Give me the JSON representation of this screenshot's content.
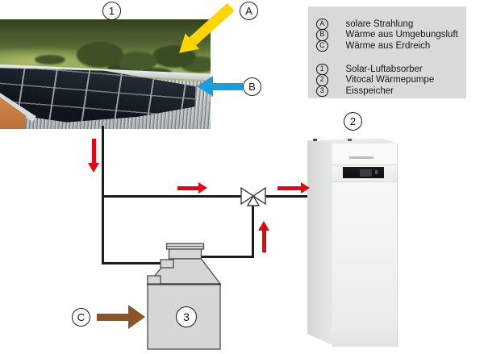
{
  "legend": {
    "heat_sources": [
      {
        "symbol": "A",
        "label": "solare Strahlung"
      },
      {
        "symbol": "B",
        "label": "Wärme aus Umgebungsluft"
      },
      {
        "symbol": "C",
        "label": "Wärme aus Erdreich"
      }
    ],
    "components": [
      {
        "symbol": "1",
        "label": "Solar-Luftabsorber"
      },
      {
        "symbol": "2",
        "label": "Vitocal Wärmepumpe"
      },
      {
        "symbol": "3",
        "label": "Eisspeicher"
      }
    ]
  },
  "callouts": {
    "solar_absorber": "1",
    "heat_pump": "2",
    "ice_storage": "3",
    "solar_radiation": "A",
    "ambient_air": "B",
    "ground_heat": "C"
  },
  "colors": {
    "flow_red": "#e30613",
    "solar_yellow": "#ffd500",
    "air_blue": "#1a9dd9",
    "ground_brown": "#8c5427",
    "legend_bg": "#d9d9d9",
    "tank_gray": "#d6d6d6"
  }
}
